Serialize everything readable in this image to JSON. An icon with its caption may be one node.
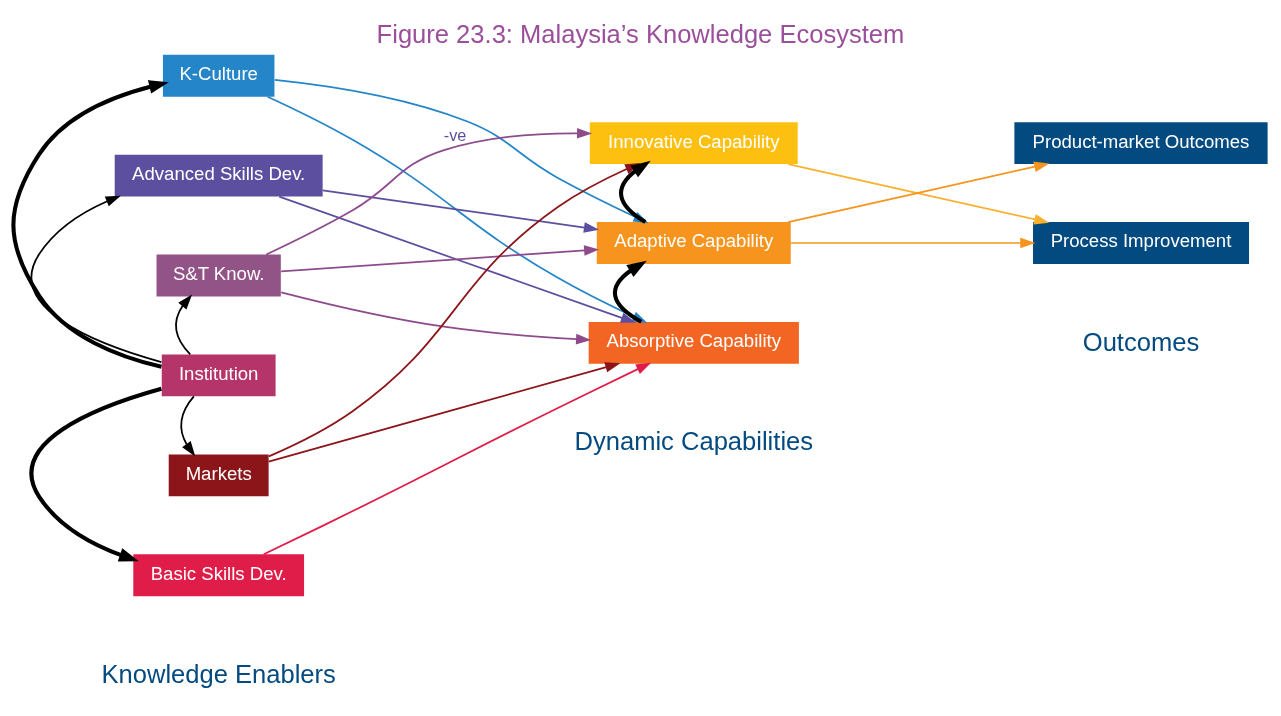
{
  "diagram": {
    "title": "Figure 23.3: Malaysia’s Knowledge Ecosystem",
    "nodes": [
      {
        "text": [
          "K-Culture"
        ]
      },
      {
        "text": [
          "Advanced Skills Dev."
        ]
      },
      {
        "text": [
          "S&T Know."
        ]
      },
      {
        "text": [
          "Institution"
        ]
      },
      {
        "text": [
          "Markets"
        ]
      },
      {
        "text": [
          "Basic Skills Dev."
        ]
      },
      {
        "text": [
          "Innovative Capability"
        ]
      },
      {
        "text": [
          "Adaptive Capability"
        ]
      },
      {
        "text": [
          "Absorptive Capability"
        ]
      },
      {
        "text": [
          "Product-market Outcomes"
        ]
      },
      {
        "text": [
          "Process Improvement"
        ]
      }
    ],
    "edges": [
      {
        "from": 3,
        "to": 0,
        "arrow": "to",
        "style": "thick"
      },
      {
        "from": 3,
        "to": 1,
        "arrow": "to"
      },
      {
        "from": 3,
        "to": 2,
        "arrow": "to"
      },
      {
        "from": 3,
        "to": 4,
        "arrow": "to"
      },
      {
        "from": 3,
        "to": 5,
        "arrow": "to",
        "style": "thick"
      },
      {
        "from": 0,
        "to": 7,
        "arrow": "to",
        "color": "#2485c8"
      },
      {
        "from": 0,
        "to": 8,
        "arrow": "to",
        "color": "#2485c8"
      },
      {
        "from": 1,
        "to": 7,
        "arrow": "to",
        "color": "#5c4f9f"
      },
      {
        "from": 1,
        "to": 8,
        "arrow": "to",
        "color": "#5c4f9f"
      },
      {
        "from": 2,
        "to": 6,
        "arrow": "to",
        "label": "-ve",
        "color": "#8e4b8c"
      },
      {
        "from": 2,
        "to": 7,
        "arrow": "to",
        "color": "#8e4b8c"
      },
      {
        "from": 2,
        "to": 8,
        "arrow": "to",
        "color": "#8e4b8c"
      },
      {
        "from": 4,
        "to": 6,
        "arrow": "to",
        "color": "#8c1519"
      },
      {
        "from": 4,
        "to": 8,
        "arrow": "to",
        "color": "#8c1519"
      },
      {
        "from": 5,
        "to": 8,
        "arrow": "to",
        "color": "#e01c48"
      },
      {
        "from": 8,
        "to": 7,
        "arrow": "to",
        "style": "thick"
      },
      {
        "from": 7,
        "to": 6,
        "arrow": "to",
        "style": "thick"
      },
      {
        "from": 6,
        "to": 10,
        "arrow": "to",
        "color": "#fbb030"
      },
      {
        "from": 7,
        "to": 9,
        "arrow": "to",
        "color": "#f7941e"
      },
      {
        "from": 7,
        "to": 10,
        "arrow": "to",
        "color": "#f7941e"
      }
    ],
    "labels": [
      "Knowledge Enablers",
      "Dynamic Capabilities",
      "Outcomes"
    ]
  }
}
